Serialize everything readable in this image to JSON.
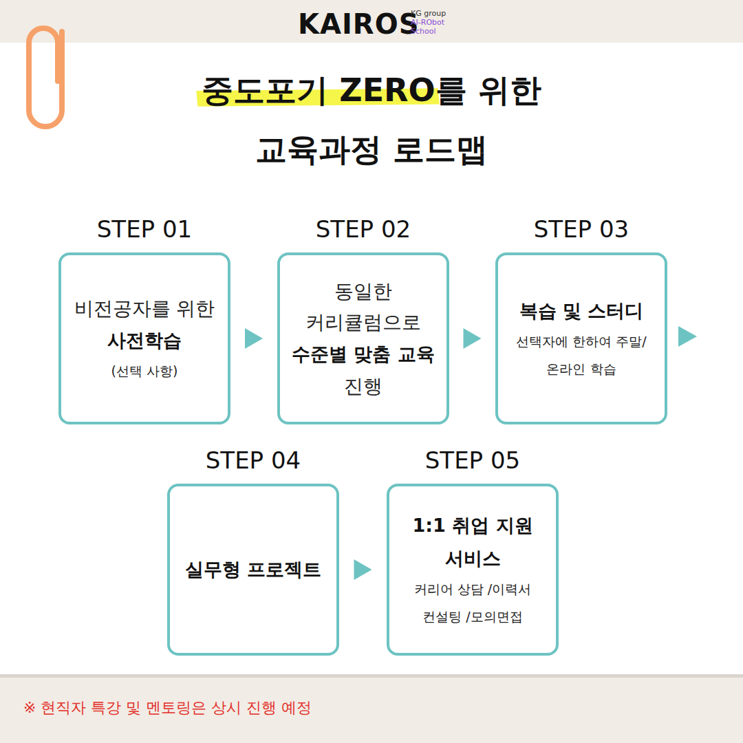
{
  "diagram": {
    "title": "중도포기 ZERO를 위한 교육과정 로드맵",
    "nodes": [
      {
        "text": [
          "STEP 01",
          "비전공자를 위한",
          "사전학습",
          "(선택 사항)"
        ]
      },
      {
        "text": [
          "STEP 02",
          "동일한 커리큘럼으로",
          "수준별 맞춤 교육",
          "진행"
        ]
      },
      {
        "text": [
          "STEP 03",
          "복습 및 스터디",
          "선택자에 한하여 주말/온라인 학습"
        ]
      },
      {
        "text": [
          "STEP 04",
          "실무형 프로젝트"
        ]
      },
      {
        "text": [
          "STEP 05",
          "1:1 취업 지원 서비스",
          "커리어 상담 /이력서 컨설팅 /모의면접"
        ]
      }
    ],
    "edges": [
      {
        "from": 0,
        "to": 1,
        "arrow": "to"
      },
      {
        "from": 1,
        "to": 2,
        "arrow": "to"
      },
      {
        "from": 3,
        "to": 4,
        "arrow": "to"
      }
    ],
    "labels": [
      "KAIROS",
      "KG group",
      "AI-RObot",
      "School",
      "※ 현직자 특강 및 멘토링은 상시 진행 예정"
    ]
  }
}
